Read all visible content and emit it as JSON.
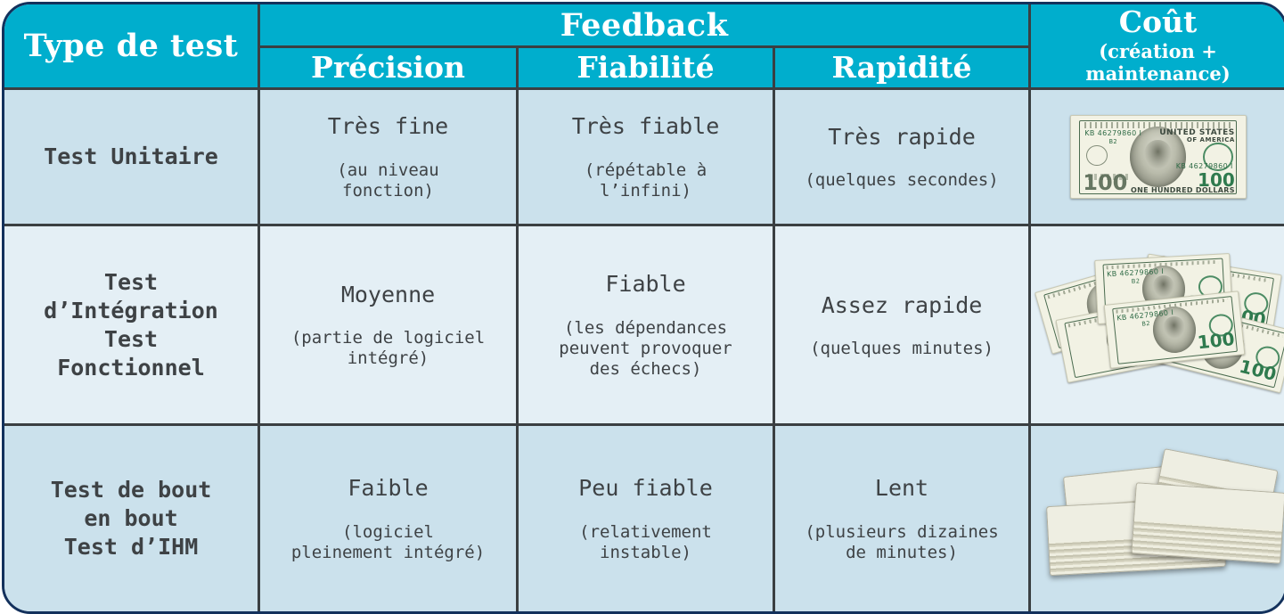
{
  "colors": {
    "header_bg": "#00AECD",
    "header_text": "#FFFFFF",
    "row_a_bg": "#CBE1EC",
    "row_b_bg": "#E4EFF5",
    "inner_border": "#3A3F42",
    "outer_border": "#13315C",
    "body_text": "#3E4245"
  },
  "table": {
    "headers": {
      "type_de_test": "Type de test",
      "feedback": "Feedback",
      "precision": "Précision",
      "fiabilite": "Fiabilité",
      "rapidite": "Rapidité",
      "cout_main": "Coût",
      "cout_note": "(création +\nmaintenance)"
    },
    "rows": [
      {
        "type": "Test Unitaire",
        "precision_main": "Très fine",
        "precision_note": "(au niveau\nfonction)",
        "fiabilite_main": "Très fiable",
        "fiabilite_note": "(répétable à\nl’infini)",
        "rapidite_main": "Très rapide",
        "rapidite_note": "(quelques secondes)",
        "cout_icon": "single-banknote-icon",
        "cout_alt": "un billet de 100 dollars"
      },
      {
        "type": "Test\nd’Intégration\nTest\nFonctionnel",
        "precision_main": "Moyenne",
        "precision_note": "(partie de logiciel\nintégré)",
        "fiabilite_main": "Fiable",
        "fiabilite_note": "(les dépendances\npeuvent provoquer\ndes échecs)",
        "rapidite_main": "Assez rapide",
        "rapidite_note": "(quelques minutes)",
        "cout_icon": "scattered-banknotes-icon",
        "cout_alt": "plusieurs billets de 100 dollars éparpillés"
      },
      {
        "type": "Test de bout\nen bout\nTest d’IHM",
        "precision_main": "Faible",
        "precision_note": "(logiciel\npleinement intégré)",
        "fiabilite_main": "Peu fiable",
        "fiabilite_note": "(relativement\ninstable)",
        "rapidite_main": "Lent",
        "rapidite_note": "(plusieurs dizaines\nde minutes)",
        "cout_icon": "stacked-banknote-bundles-icon",
        "cout_alt": "liasses de billets empilées"
      }
    ]
  },
  "banknote": {
    "serial": "KB 46279860 I",
    "serial_sub": "B2",
    "country_line1": "UNITED STATES",
    "country_line2": "OF AMERICA",
    "denomination": "100",
    "denomination_words": "ONE HUNDRED DOLLARS"
  }
}
